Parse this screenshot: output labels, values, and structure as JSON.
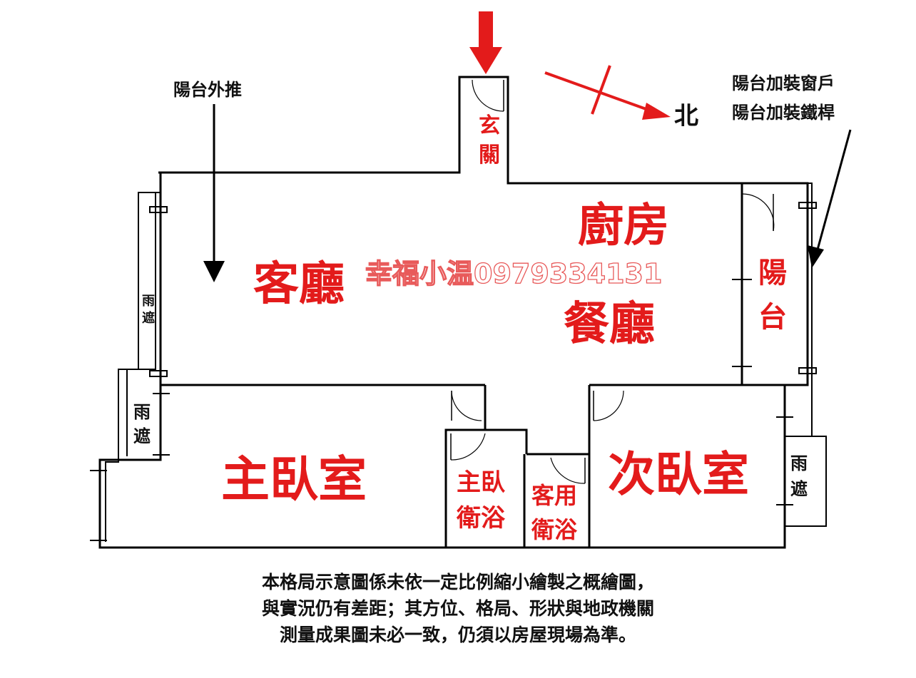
{
  "rooms": {
    "entrance": [
      "玄",
      "關"
    ],
    "kitchen": "廚房",
    "living_room": "客廳",
    "dining_room": "餐廳",
    "balcony": [
      "陽",
      "台"
    ],
    "master_bedroom": "主臥室",
    "master_bath": [
      "主臥",
      "衛浴"
    ],
    "guest_bath": [
      "客用",
      "衛浴"
    ],
    "second_bedroom": "次臥室"
  },
  "awnings": {
    "left_upper": [
      "雨",
      "遮"
    ],
    "left_lower": [
      "雨",
      "遮"
    ],
    "right": [
      "雨",
      "遮"
    ]
  },
  "annotations": {
    "balcony_extension": "陽台外推",
    "balcony_window": "陽台加裝窗戶",
    "balcony_bars": "陽台加裝鐵桿",
    "north": "北"
  },
  "watermark": "幸福小温0979334131",
  "disclaimer": [
    "本格局示意圖係未依一定比例縮小繪製之概繪圖，",
    "與實況仍有差距；其方位、格局、形狀與地政機關",
    "測量成果圖未必一致，仍須以房屋現場為準。"
  ],
  "colors": {
    "room_text": "#e31b1b",
    "arrow_red": "#e31b1b",
    "wall": "#000000"
  }
}
